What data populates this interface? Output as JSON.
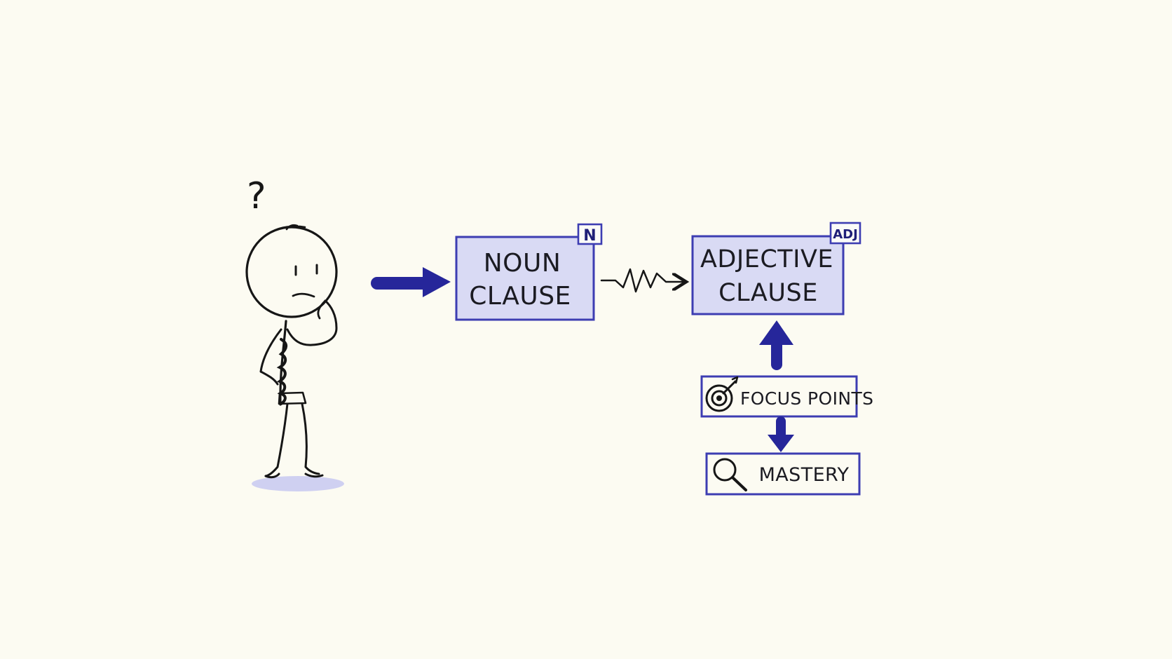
{
  "figure": {
    "question_mark": "?",
    "noun_clause": {
      "line1": "NOUN",
      "line2": "CLAUSE",
      "tag": "N"
    },
    "adjective_clause": {
      "line1": "ADJECTIVE",
      "line2": "CLAUSE",
      "tag": "ADJ"
    },
    "focus_points": {
      "label": "FOCUS POINTS",
      "icon": "target-icon"
    },
    "mastery": {
      "label": "MASTERY",
      "icon": "magnifier-icon"
    },
    "colors": {
      "background": "#fcfbf2",
      "box_fill": "#d9daf4",
      "box_stroke": "#3d3db2",
      "accent_arrow": "#26269a",
      "ink": "#161616"
    }
  }
}
